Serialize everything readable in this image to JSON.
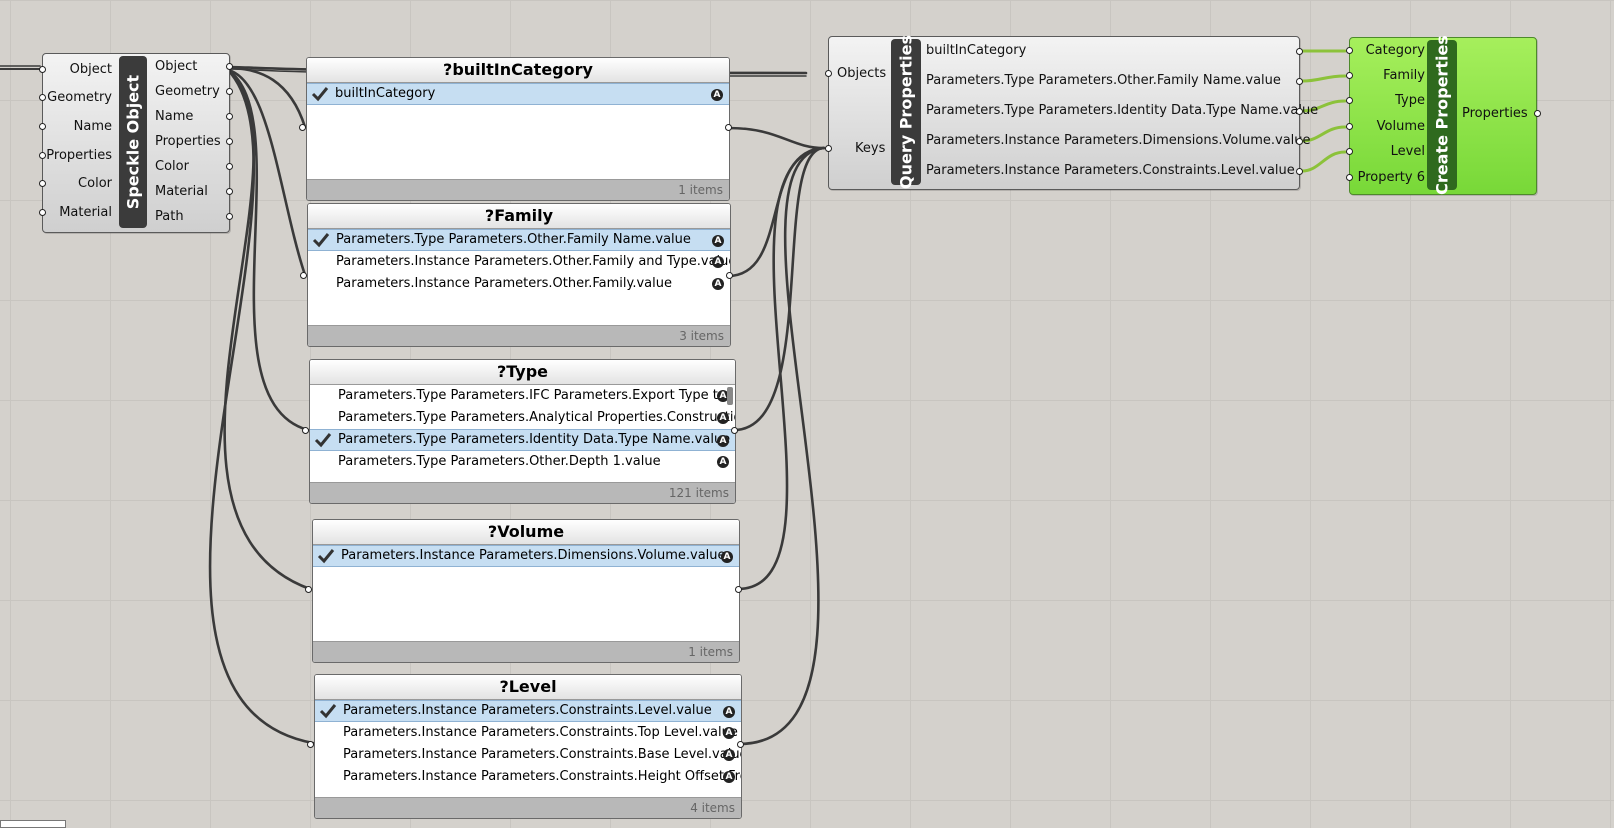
{
  "speckle": {
    "title": "Speckle Object",
    "inputs": [
      "Object",
      "Geometry",
      "Name",
      "Properties",
      "Color",
      "Material"
    ],
    "outputs": [
      "Object",
      "Geometry",
      "Name",
      "Properties",
      "Color",
      "Material",
      "Path"
    ]
  },
  "query": {
    "title": "Query Properties",
    "inputs": [
      "Objects",
      "Keys"
    ],
    "outputs": [
      "builtInCategory",
      "Parameters.Type Parameters.Other.Family Name.value",
      "Parameters.Type Parameters.Identity Data.Type Name.value",
      "Parameters.Instance Parameters.Dimensions.Volume.value",
      "Parameters.Instance Parameters.Constraints.Level.value"
    ]
  },
  "create": {
    "title": "Create Properties",
    "inputs": [
      "Category",
      "Family",
      "Type",
      "Volume",
      "Level",
      "Property 6"
    ],
    "outputs": [
      "Properties"
    ]
  },
  "lists": [
    {
      "title": "?builtInCategory",
      "items": [
        "builtInCategory"
      ],
      "selected": 0,
      "count": "1 items"
    },
    {
      "title": "?Family",
      "items": [
        "Parameters.Type Parameters.Other.Family Name.value",
        "Parameters.Instance Parameters.Other.Family and Type.value",
        "Parameters.Instance Parameters.Other.Family.value"
      ],
      "selected": 0,
      "count": "3 items"
    },
    {
      "title": "?Type",
      "items": [
        "Parameters.Type Parameters.IFC Parameters.Export Type to IF...",
        "Parameters.Type Parameters.Analytical Properties.Constructio...",
        "Parameters.Type Parameters.Identity Data.Type Name.value",
        "Parameters.Type Parameters.Other.Depth 1.value"
      ],
      "selected": 2,
      "count": "121 items"
    },
    {
      "title": "?Volume",
      "items": [
        "Parameters.Instance Parameters.Dimensions.Volume.value"
      ],
      "selected": 0,
      "count": "1 items"
    },
    {
      "title": "?Level",
      "items": [
        "Parameters.Instance Parameters.Constraints.Level.value",
        "Parameters.Instance Parameters.Constraints.Top Level.value",
        "Parameters.Instance Parameters.Constraints.Base Level.value",
        "Parameters.Instance Parameters.Constraints.Height Offset From..."
      ],
      "selected": 0,
      "count": "4 items"
    }
  ],
  "icons": {
    "text_param": "A",
    "check": "check-icon"
  },
  "colors": {
    "canvas": "#d4d1cc",
    "wire": "#3a3a3a",
    "selected_row": "#c6def2",
    "green_component": "#8de24a"
  }
}
